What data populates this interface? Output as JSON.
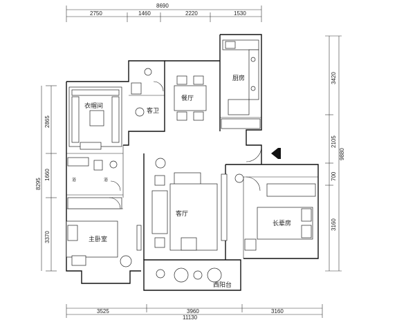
{
  "dimensions": {
    "top_total": "8690",
    "top_segments": [
      "2750",
      "1460",
      "2220",
      "1530"
    ],
    "bottom_total": "11130",
    "bottom_segments": [
      "3525",
      "3960",
      "3160"
    ],
    "left_total": "8295",
    "left_segments": [
      "2865",
      "1660",
      "3370"
    ],
    "right_total": "9880",
    "right_segments": [
      "3420",
      "2105",
      "700",
      "3160"
    ]
  },
  "rooms": {
    "walk_in_closet": "衣帽间",
    "guest_bath": "客卫",
    "dining": "餐厅",
    "kitchen": "厨房",
    "living": "客厅",
    "master_bedroom": "主卧室",
    "elder_bedroom": "长辈房",
    "balcony": "西阳台",
    "master_bath_a": "浴",
    "master_bath_b": "浴"
  }
}
